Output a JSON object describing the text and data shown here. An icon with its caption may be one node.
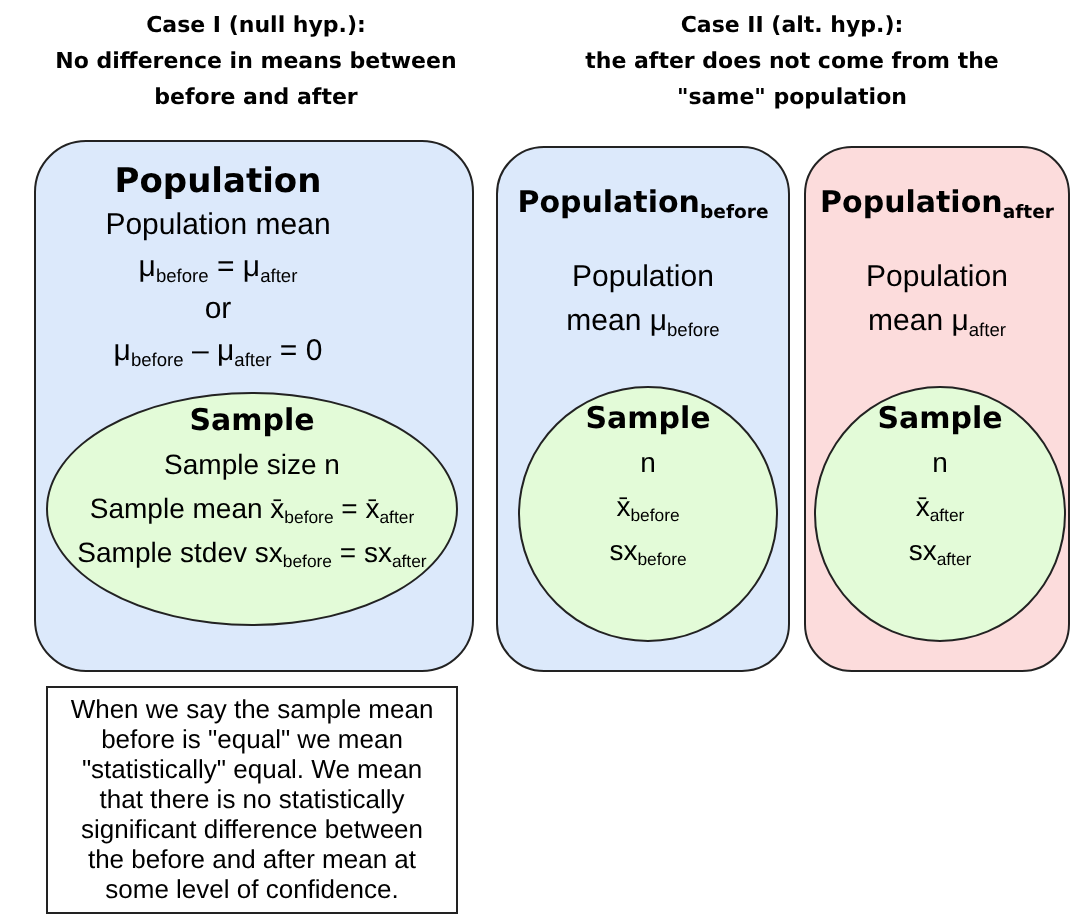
{
  "diagram": {
    "nodes": [
      {
        "text": [
          "Population",
          "Population mean",
          "μ$_{before}$ = μ$_{after}$",
          "or",
          "μ$_{before}$ – μ$_{after}$ = 0"
        ]
      },
      {
        "text": [
          "Sample",
          "Sample size n",
          "Sample mean x̄$_{before}$ = x̄$_{after}$",
          "Sample stdev sx$_{before}$ = sx$_{after}$"
        ],
        "in": 0
      },
      {
        "text": [
          "Population$_{before}$",
          "Population mean μ$_{before}$"
        ]
      },
      {
        "text": [
          "Sample",
          "n",
          "x̄$_{before}$",
          "sx$_{before}$"
        ],
        "in": 2
      },
      {
        "text": [
          "Population$_{after}$",
          "Population mean μ$_{after}$"
        ]
      },
      {
        "text": [
          "Sample",
          "n",
          "x̄$_{after}$",
          "sx$_{after}$"
        ],
        "in": 4
      },
      {
        "text": [
          "When we say the sample mean before is \"equal\" we mean \"statistically\" equal. We mean that there is no statistically significant difference between the before and after mean at some level of confidence."
        ]
      }
    ],
    "labels": [
      "Case I (null hyp.):",
      "No difference in means between before and after",
      "Case II (alt. hyp.):",
      "the after does not come from the \"same\" population"
    ]
  }
}
